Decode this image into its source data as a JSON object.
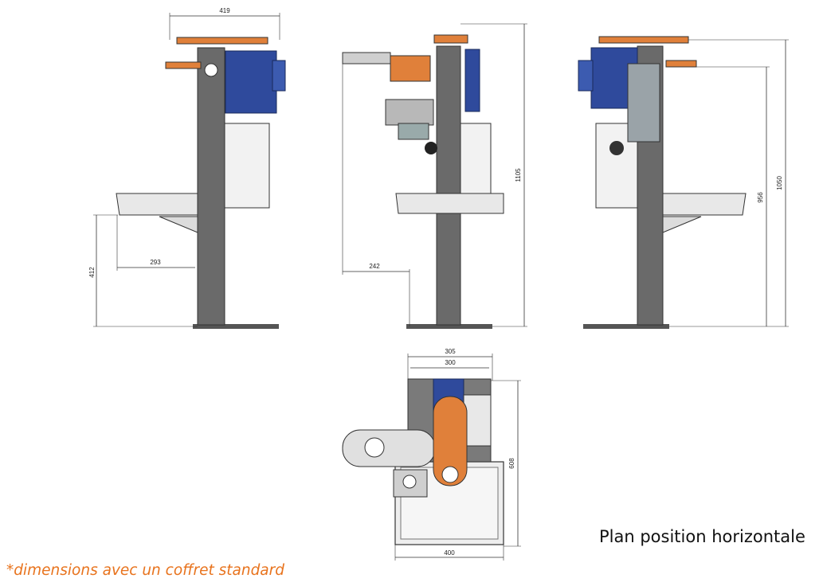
{
  "caption": "Plan position horizontale",
  "note": "*dimensions avec un coffret standard",
  "colors": {
    "note": "#e8731d",
    "motor_blue": "#2f4a9c",
    "copper": "#e0803a",
    "column": "#6a6a6a",
    "sheet": "#dcdcdc",
    "outline": "#333333"
  },
  "dimensions": {
    "front_width": "419",
    "front_height": "412",
    "front_depth": "293",
    "side_height": "1105",
    "side_depth": "242",
    "rear_height_a": "956",
    "rear_height_b": "1050",
    "plan_width_a": "305",
    "plan_width_b": "300",
    "plan_depth": "608",
    "plan_base": "400"
  }
}
